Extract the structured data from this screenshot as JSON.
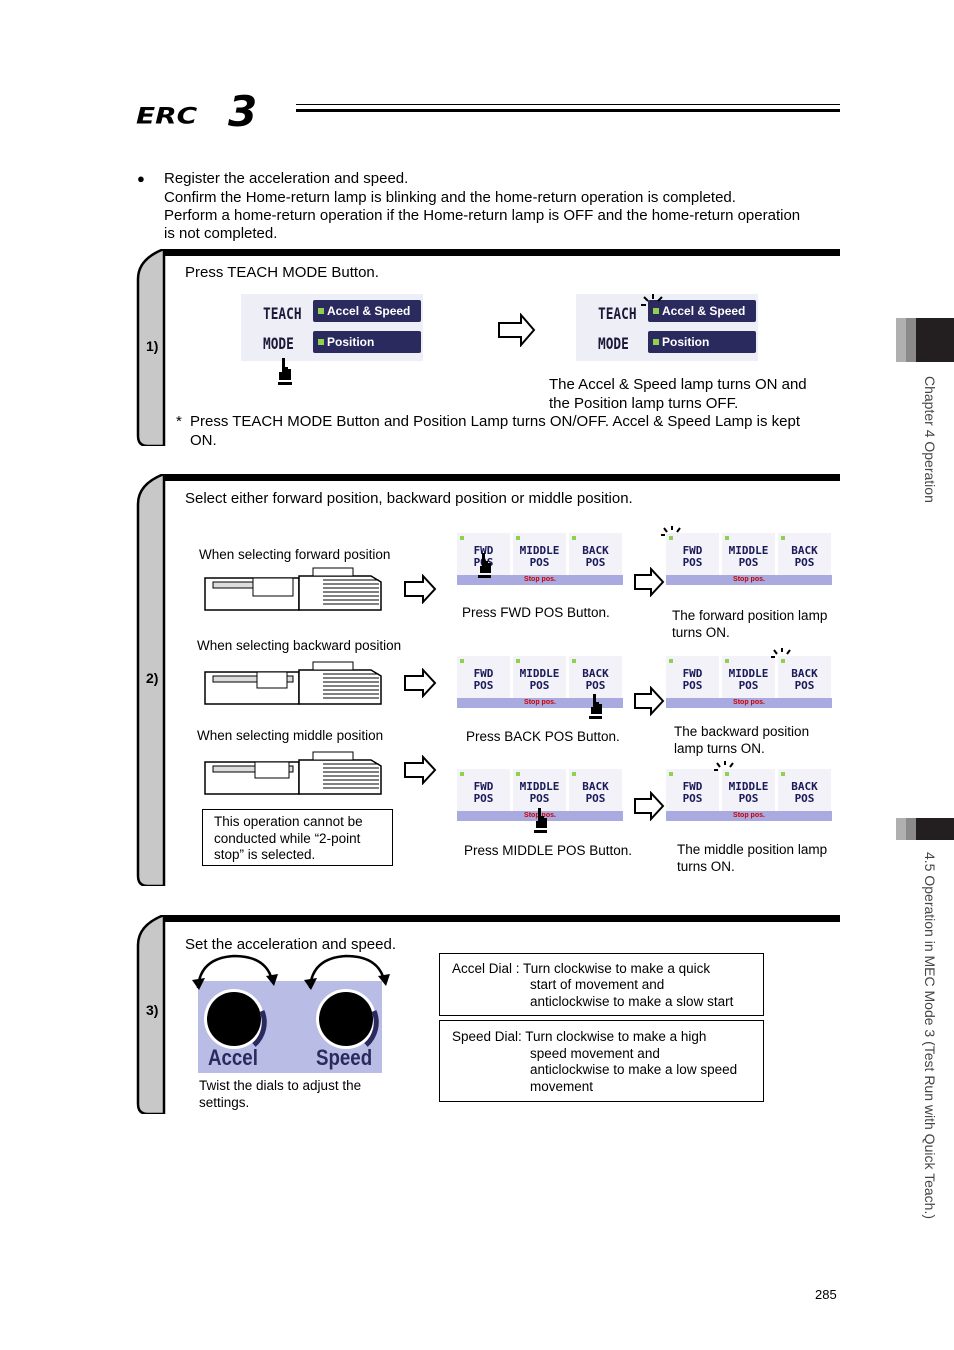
{
  "header": {
    "logo_text": "ERC3"
  },
  "intro": {
    "bullet": "●",
    "lines": [
      "Register the acceleration and speed.",
      "Confirm the Home-return lamp is blinking and the home-return operation is completed.",
      "Perform a home-return operation if the Home-return lamp is OFF and the home-return operation",
      "is not completed."
    ]
  },
  "step1": {
    "label": "1)",
    "instruction": "Press TEACH MODE Button.",
    "panel": {
      "teach": "TEACH",
      "mode": "MODE",
      "lamp1": "Accel & Speed",
      "lamp2": "Position"
    },
    "result": [
      "The Accel & Speed lamp turns ON and",
      "the Position lamp turns OFF."
    ],
    "note_star": "*",
    "note": [
      "Press TEACH MODE Button and Position Lamp turns ON/OFF. Accel & Speed Lamp is kept",
      "ON."
    ]
  },
  "step2": {
    "label": "2)",
    "instruction": "Select either forward position, backward position or middle position.",
    "buttons": {
      "fwd1": "FWD",
      "fwd2": "POS",
      "mid1": "MIDDLE",
      "mid2": "POS",
      "back1": "BACK",
      "back2": "POS",
      "stop": "Stop pos."
    },
    "rows": [
      {
        "case": "When selecting forward position",
        "press": "Press FWD POS Button.",
        "result": [
          "The forward position lamp",
          "turns ON."
        ]
      },
      {
        "case": "When selecting backward position",
        "press": "Press BACK POS Button.",
        "result": [
          "The backward position",
          "lamp turns ON."
        ]
      },
      {
        "case": "When selecting middle position",
        "press": "Press MIDDLE POS Button.",
        "result": [
          "The middle position lamp",
          "turns ON."
        ]
      }
    ],
    "note": [
      "This operation cannot be",
      "conducted while “2-point",
      "stop” is selected."
    ]
  },
  "step3": {
    "label": "3)",
    "instruction": "Set the acceleration and speed.",
    "dial_labels": {
      "accel": "Accel",
      "speed": "Speed"
    },
    "caption": [
      "Twist the dials to adjust the",
      "settings."
    ],
    "accel_box": {
      "lines": [
        "Accel Dial  : Turn clockwise to make a quick",
        "start of movement and",
        "anticlockwise to make a slow start"
      ]
    },
    "speed_box": {
      "lines": [
        "Speed Dial: Turn clockwise to make a high",
        "speed movement and",
        "anticlockwise to make a low speed",
        "movement"
      ]
    }
  },
  "side_tabs": {
    "chapter": "Chapter 4 Operation",
    "section": "4.5 Operation in MEC Mode 3 (Test Run with Quick Teach.)"
  },
  "page_number": "285",
  "colors": {
    "lamp_panel": "#2b2a5e",
    "lamp_dot": "#8fd14f",
    "stop_bar": "#a9abe0",
    "dial_bg": "#b9bde6",
    "tab_dark": "#231f20",
    "tab_grey": "#8a8a8a"
  }
}
